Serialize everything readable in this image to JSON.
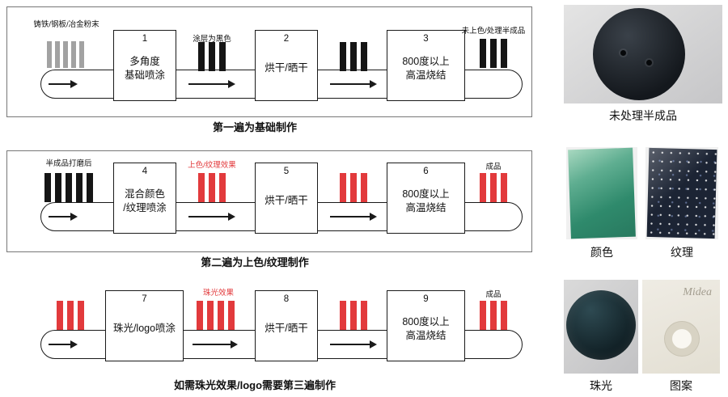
{
  "colors": {
    "bar_gray": "#a2a2a2",
    "bar_black": "#151515",
    "bar_red": "#e23a3c",
    "red_label": "#e23a3c",
    "line": "#1a1a1a"
  },
  "diagram": {
    "rows": [
      {
        "caption": "第一遍为基础制作",
        "entry_label": "铸铁/钢板/冶金粉末",
        "mid1_label": "涂层为黑色",
        "exit_label": "未上色/处理半成品",
        "boxes": [
          {
            "num": "1",
            "line1": "多角度",
            "line2": "基础喷涂"
          },
          {
            "num": "2",
            "line1": "烘干/晒干",
            "line2": ""
          },
          {
            "num": "3",
            "line1": "800度以上",
            "line2": "高温烧结"
          }
        ],
        "bars": {
          "entry": {
            "count": 5,
            "color": "gray"
          },
          "mid1": {
            "count": 3,
            "color": "black"
          },
          "mid2": {
            "count": 3,
            "color": "black"
          },
          "exit": {
            "count": 3,
            "color": "black"
          }
        }
      },
      {
        "caption": "第二遍为上色/纹理制作",
        "entry_label": "半成品打磨后",
        "mid1_label": "上色/纹理效果",
        "exit_label": "成品",
        "boxes": [
          {
            "num": "4",
            "line1": "混合颜色",
            "line2": "/纹理喷涂"
          },
          {
            "num": "5",
            "line1": "烘干/晒干",
            "line2": ""
          },
          {
            "num": "6",
            "line1": "800度以上",
            "line2": "高温烧结"
          }
        ],
        "bars": {
          "entry": {
            "count": 5,
            "color": "black"
          },
          "mid1": {
            "count": 3,
            "color": "red"
          },
          "mid2": {
            "count": 3,
            "color": "red"
          },
          "exit": {
            "count": 3,
            "color": "red"
          }
        }
      },
      {
        "caption": "如需珠光效果/logo需要第三遍制作",
        "entry_label": "",
        "mid1_label": "珠光效果",
        "exit_label": "成品",
        "boxes": [
          {
            "num": "7",
            "line1": "珠光/logo喷涂",
            "line2": ""
          },
          {
            "num": "8",
            "line1": "烘干/晒干",
            "line2": ""
          },
          {
            "num": "9",
            "line1": "800度以上",
            "line2": "高温烧结"
          }
        ],
        "bars": {
          "entry": {
            "count": 3,
            "color": "red"
          },
          "mid1": {
            "count": 4,
            "color": "red"
          },
          "mid2": {
            "count": 3,
            "color": "red"
          },
          "exit": {
            "count": 3,
            "color": "red"
          }
        }
      }
    ]
  },
  "photos": [
    {
      "caption": "未处理半成品"
    },
    {
      "caption": "颜色"
    },
    {
      "caption": "纹理"
    },
    {
      "caption": "珠光"
    },
    {
      "caption": "图案",
      "logo": "Midea"
    }
  ]
}
